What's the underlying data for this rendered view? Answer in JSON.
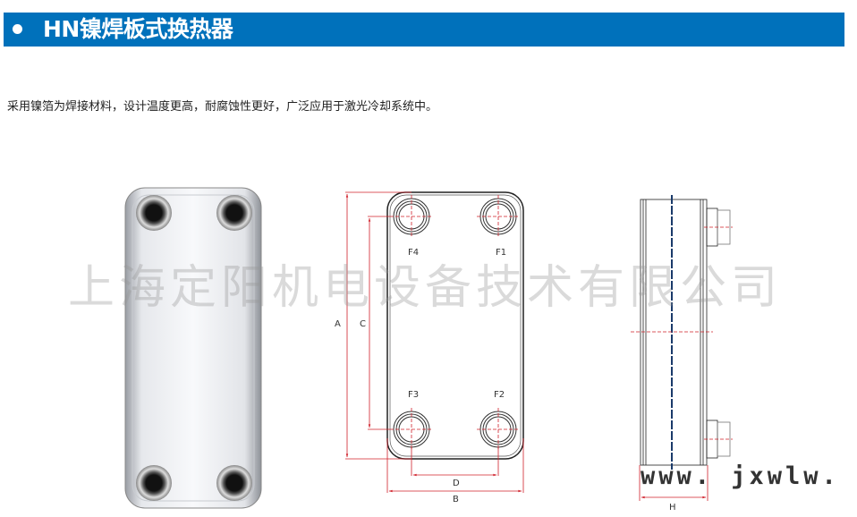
{
  "header": {
    "title": "HN镍焊板式换热器"
  },
  "description": "采用镍箔为焊接材料，设计温度更高，耐腐蚀性更好，广泛应用于激光冷却系统中。",
  "drawing": {
    "ports": [
      "F4",
      "F1",
      "F3",
      "F2"
    ],
    "dimensions": {
      "A": "A",
      "B": "B",
      "C": "C",
      "D": "D",
      "H": "H"
    }
  },
  "watermarks": {
    "company": "上海定阳机电设备技术有限公司",
    "site": "www. jxwlw. cn"
  },
  "colors": {
    "header_bg": "#0071bb",
    "dimension": "#d0202a",
    "centerline": "#1a3a6a"
  }
}
